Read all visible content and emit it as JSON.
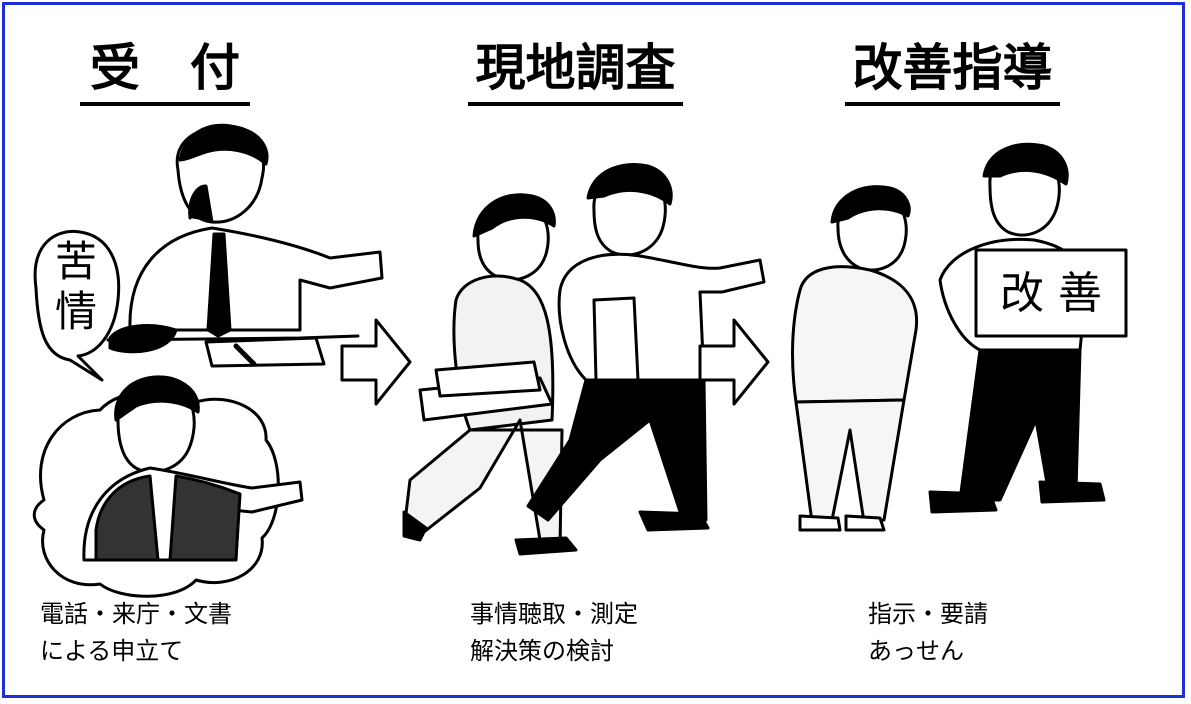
{
  "steps": [
    {
      "heading": "受　付",
      "caption": [
        "電話・来庁・文書",
        "による申立て"
      ],
      "bubble_text": [
        "苦",
        "情"
      ]
    },
    {
      "heading": "現地調査",
      "caption": [
        "事情聴取・測定",
        "解決策の検討"
      ]
    },
    {
      "heading": "改善指導",
      "caption": [
        "指示・要請",
        "あっせん"
      ],
      "sign_text": "改 善"
    }
  ],
  "colors": {
    "frame": "#1f2fd6",
    "ink": "#000000"
  }
}
